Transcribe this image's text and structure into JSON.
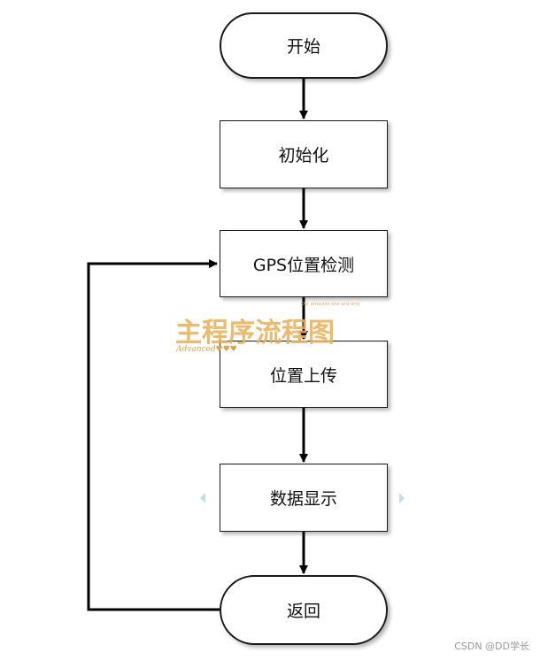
{
  "nodes": {
    "start": "开始",
    "init": "初始化",
    "gps": "GPS位置检测",
    "upload": "位置上传",
    "display": "数据显示",
    "return": "返回"
  },
  "watermark": {
    "title": "主程序流程图",
    "subtitle": "Advanced♥♥♥",
    "tiny": "Our amounts one and only"
  },
  "credit": "CSDN @DD学长",
  "colors": {
    "line": "#000000",
    "watermark": "#e8b15c"
  }
}
